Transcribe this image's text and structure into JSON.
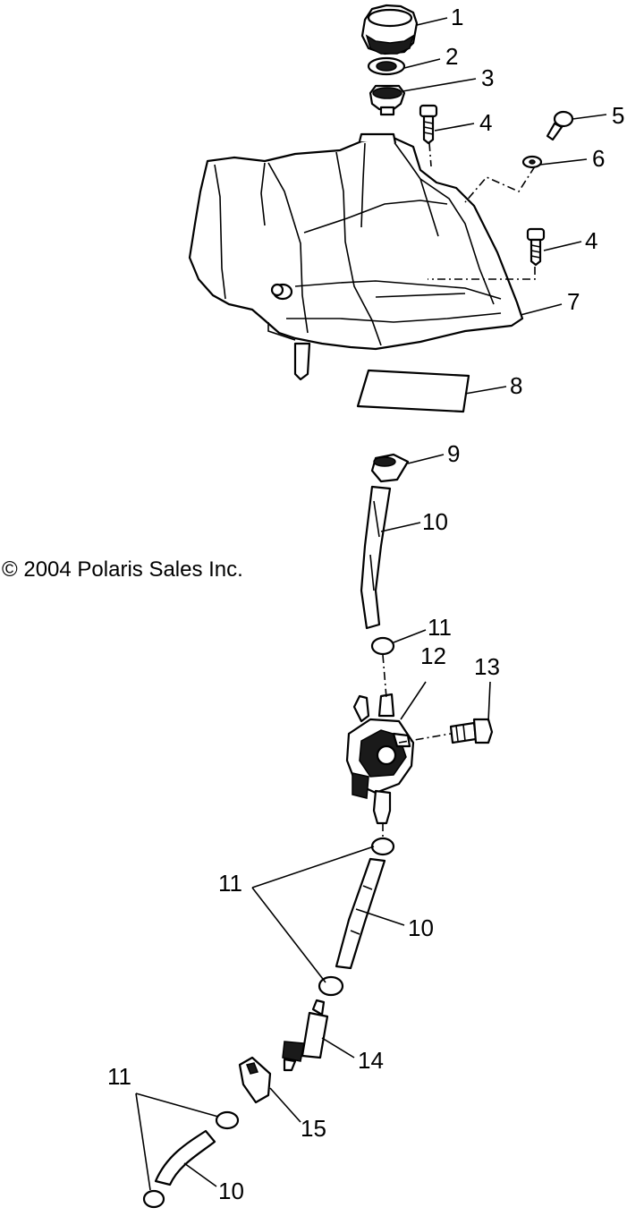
{
  "copyright": "© 2004 Polaris Sales Inc.",
  "callouts": {
    "c1": "1",
    "c2": "2",
    "c3": "3",
    "c4a": "4",
    "c5": "5",
    "c6": "6",
    "c4b": "4",
    "c7": "7",
    "c8": "8",
    "c9": "9",
    "c10a": "10",
    "c11a": "11",
    "c12": "12",
    "c13": "13",
    "c11b": "11",
    "c10b": "10",
    "c14": "14",
    "c15": "15",
    "c11c": "11",
    "c10c": "10"
  }
}
